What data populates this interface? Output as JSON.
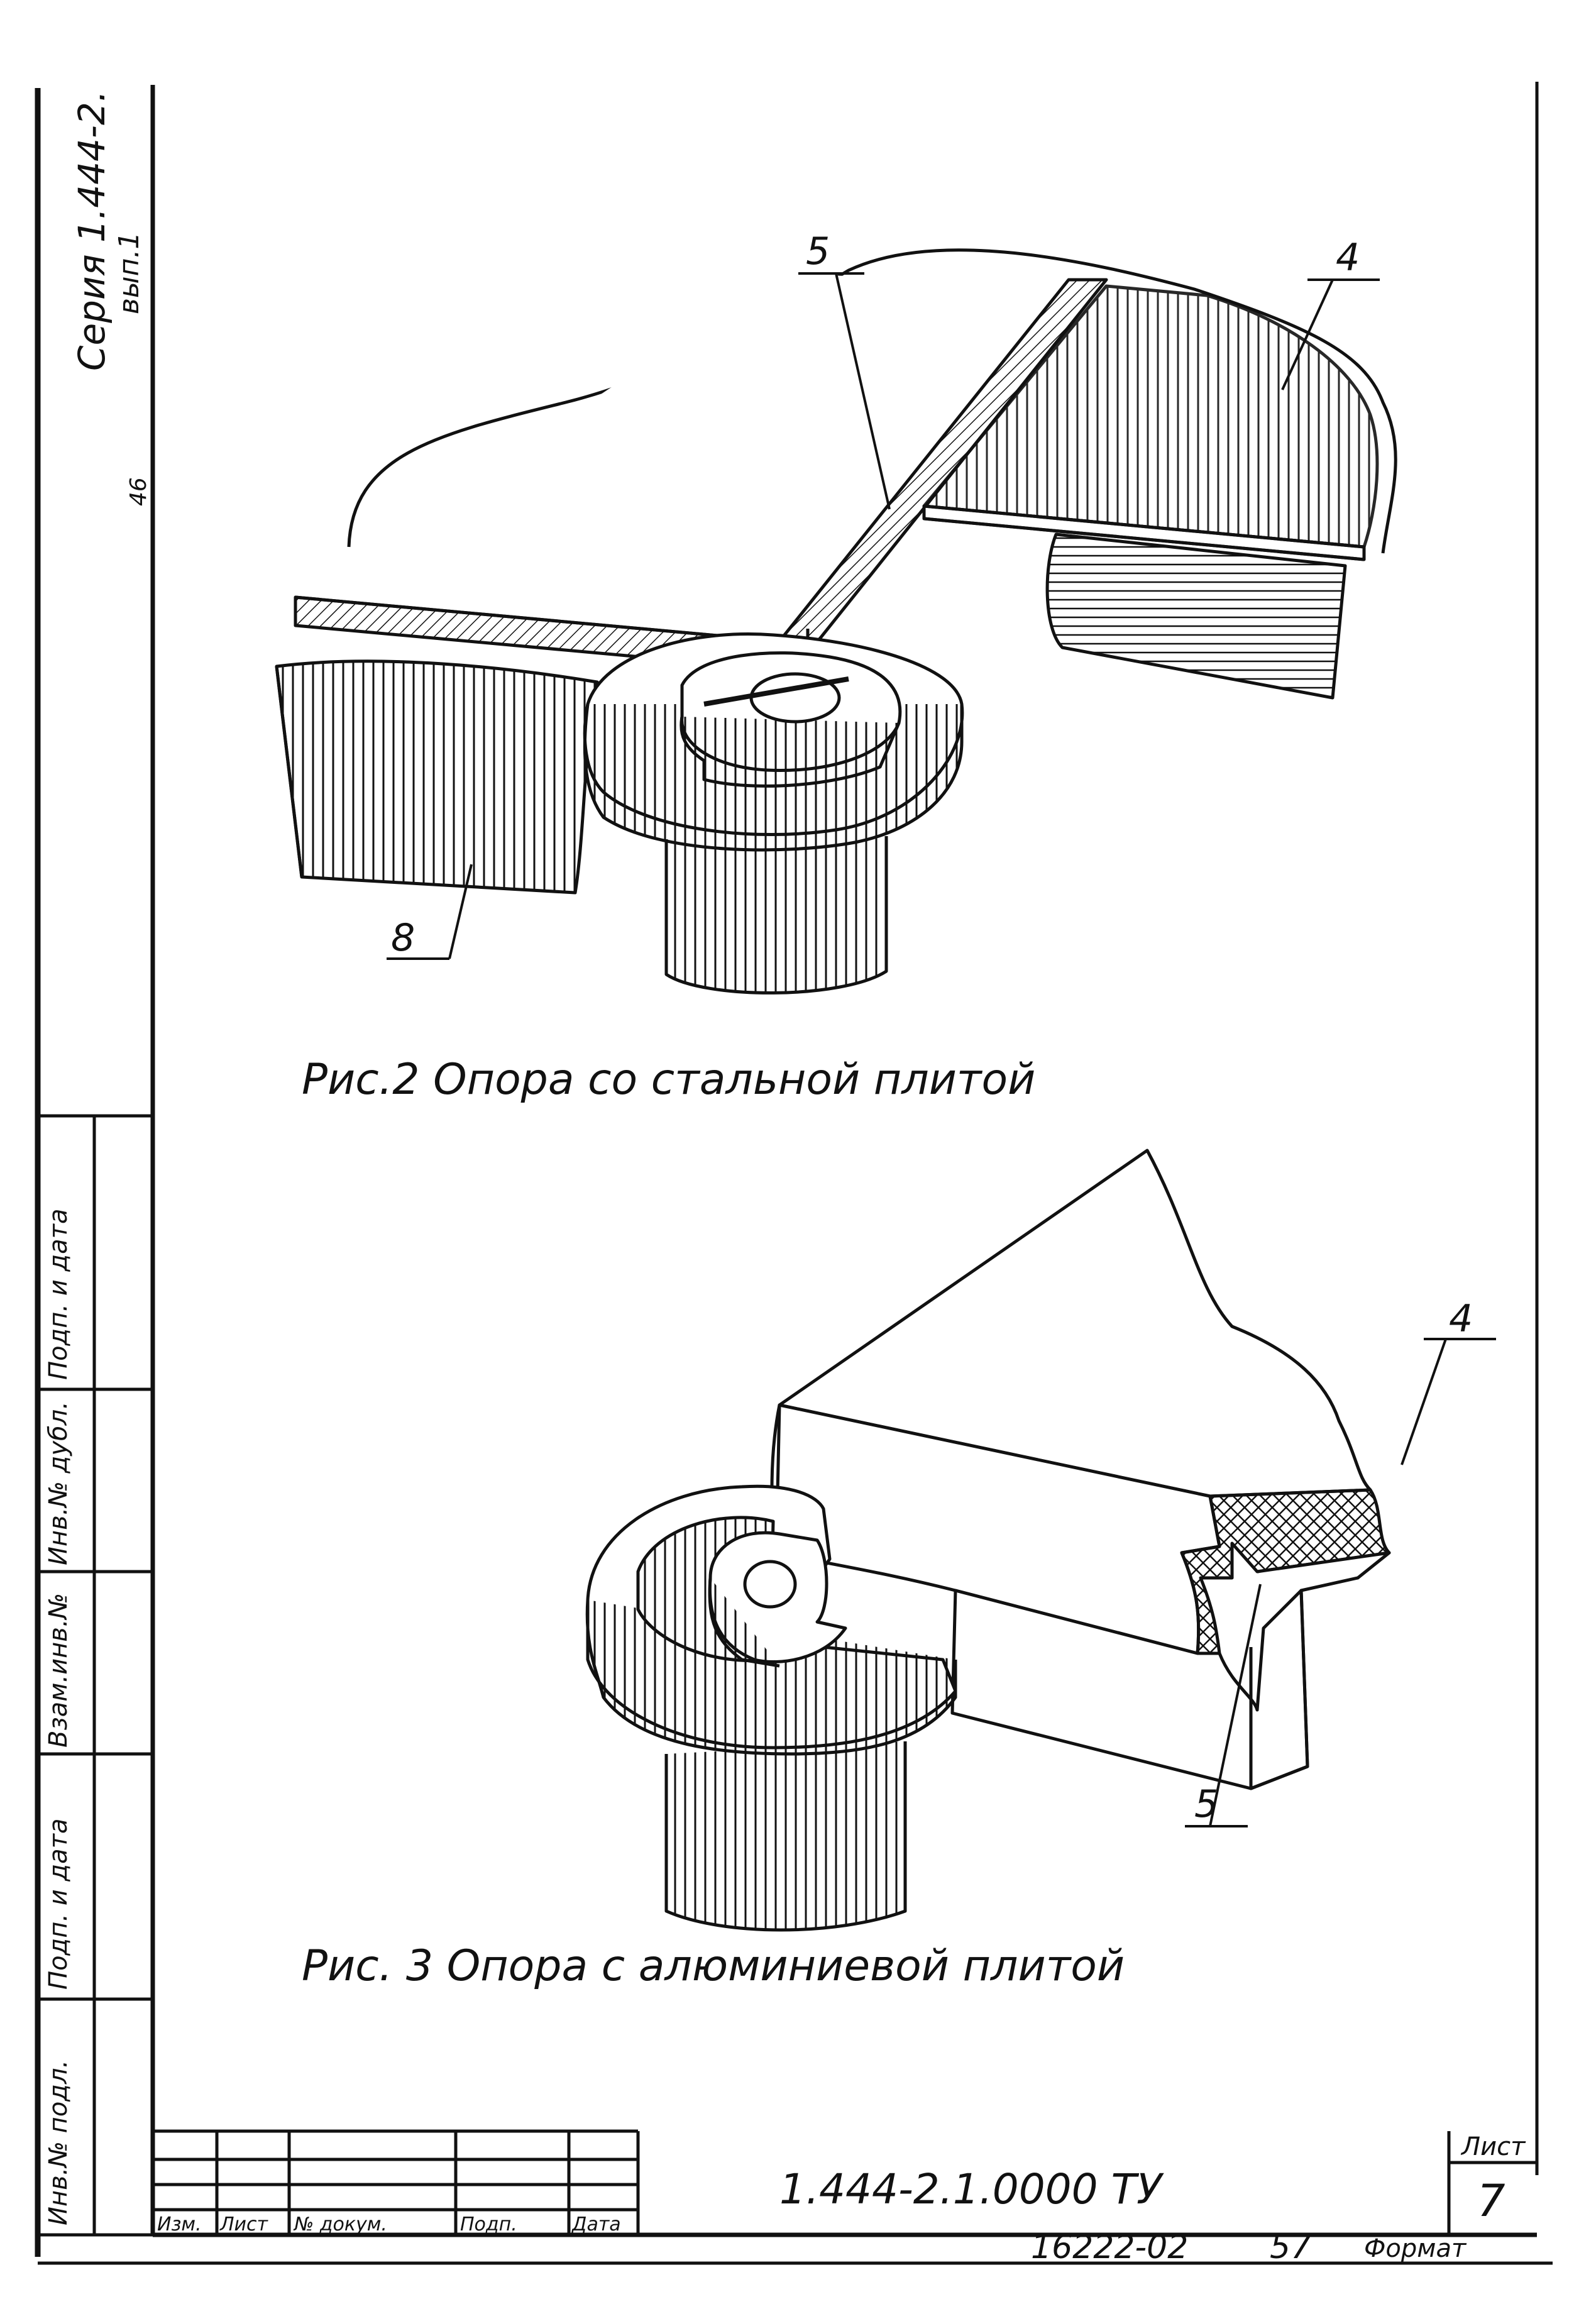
{
  "side": {
    "series": "Серия 1.444-2.",
    "issue": "вып.1",
    "page_no": "46",
    "stamps": [
      "Инв.№ подл.",
      "Подп. и дата",
      "Взам.инв.№",
      "Инв.№ дубл.",
      "Подп. и дата"
    ]
  },
  "figure2": {
    "caption": "Рис.2 Опора со стальной плитой",
    "callouts": [
      "5",
      "4",
      "8"
    ]
  },
  "figure3": {
    "caption": "Рис. 3 Опора  с алюминиевой  плитой",
    "callouts": [
      "4",
      "5"
    ]
  },
  "title_block": {
    "columns": [
      "Изм.",
      "Лист",
      "№ докум.",
      "Подп.",
      "Дата"
    ],
    "designation": "1.444-2.1.0000 ТУ",
    "sheet_label": "Лист",
    "sheet_number": "7",
    "order": "16222-02",
    "copies": "57",
    "format": "Формат"
  }
}
